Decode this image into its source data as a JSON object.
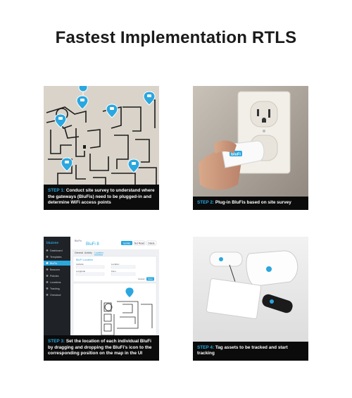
{
  "title": "Fastest Implementation RTLS",
  "steps": [
    {
      "number": "1",
      "step_label": "STEP 1:",
      "text": "Conduct site survey to understand where the gateways (BluFis) need to be plugged-in and determine WiFi access points"
    },
    {
      "number": "2",
      "step_label": "STEP 2:",
      "text": "Plug-in BluFis based on site survey"
    },
    {
      "number": "3",
      "step_label": "STEP 3:",
      "text": "Set the location of each individual BluFi by dragging and dropping the BluFi's icon to the corresponding position on the map in the UI"
    },
    {
      "number": "4",
      "step_label": "STEP 4:",
      "text": "Tag assets to be tracked and start tracking"
    }
  ],
  "device_label": "BluFi",
  "ui": {
    "logo": "bluzone",
    "breadcrumb": "BluFis",
    "page_heading": "BluFi 8",
    "tabs": [
      "General",
      "Activity",
      "Location"
    ],
    "sidebar": [
      "Dashboard",
      "Templates",
      "BluFis",
      "Beacons",
      "Policies",
      "Locations",
      "Tracking",
      "Onecloud"
    ],
    "buttons": [
      "Update",
      "Not Reset",
      "Delete"
    ],
    "section_title": "BluFi Location",
    "field_latitude": "Latitude",
    "field_longitude": "Longitude",
    "field_location": "Location",
    "field_floor": "Floor",
    "cancel": "Cancel",
    "save": "Save"
  },
  "colors": {
    "accent": "#2aa7df",
    "caption_bg": "#0b0b0b",
    "sidebar_bg": "#1f2328"
  }
}
